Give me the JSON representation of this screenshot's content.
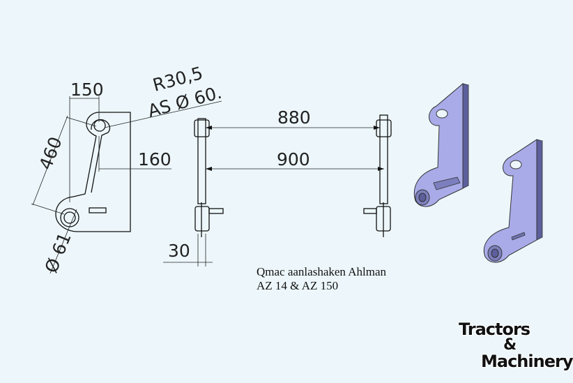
{
  "dimensions": {
    "width_150": "150",
    "radius": "R30,5",
    "axle": "AS Ø 60.",
    "height_460": "460",
    "offset_160": "160",
    "hole_61": "Ø 61",
    "span_880": "880",
    "span_900": "900",
    "thickness_30": "30"
  },
  "caption": {
    "line1": "Qmac aanlashaken Ahlman",
    "line2": "AZ 14 & AZ 150"
  },
  "logo": {
    "word1": "Tractors",
    "amp": "&",
    "word2": "Machinery"
  },
  "colors": {
    "background": "#edf7fb",
    "part_face": "#a9abe8",
    "part_side": "#6f72b0"
  }
}
